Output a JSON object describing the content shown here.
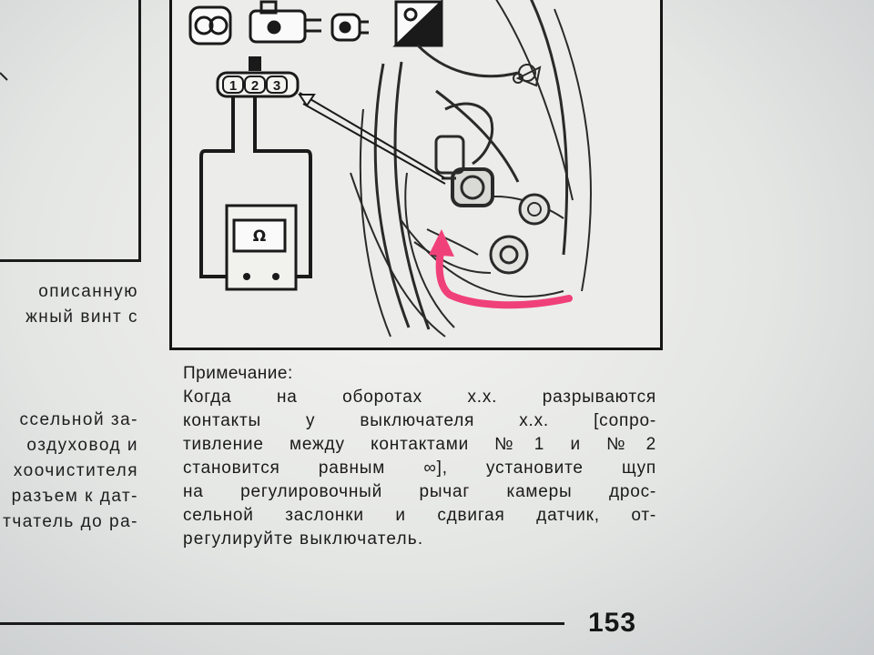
{
  "left_column": {
    "lines": [
      "описанную",
      "жный винт с",
      "ссельной за-",
      "оздуховод и",
      "хоочистителя",
      "разъем к дат-",
      "тчатель до ра-"
    ]
  },
  "figure": {
    "connector_pins": [
      "1",
      "2",
      "3"
    ],
    "meter_symbol": "Ω",
    "arrow_color": "#f0407a"
  },
  "note": {
    "title": "Примечание:",
    "lines": [
      "Когда на оборотах х.х. разрываются",
      "контакты у выключателя х.х. [сопро-",
      "тивление между контактами №1 и №2",
      "становится равным ∞], установите щуп",
      "на регулировочный рычаг камеры дрос-",
      "сельной заслонки и сдвигая датчик, от-",
      "регулируйте выключатель."
    ]
  },
  "page_number": "153"
}
